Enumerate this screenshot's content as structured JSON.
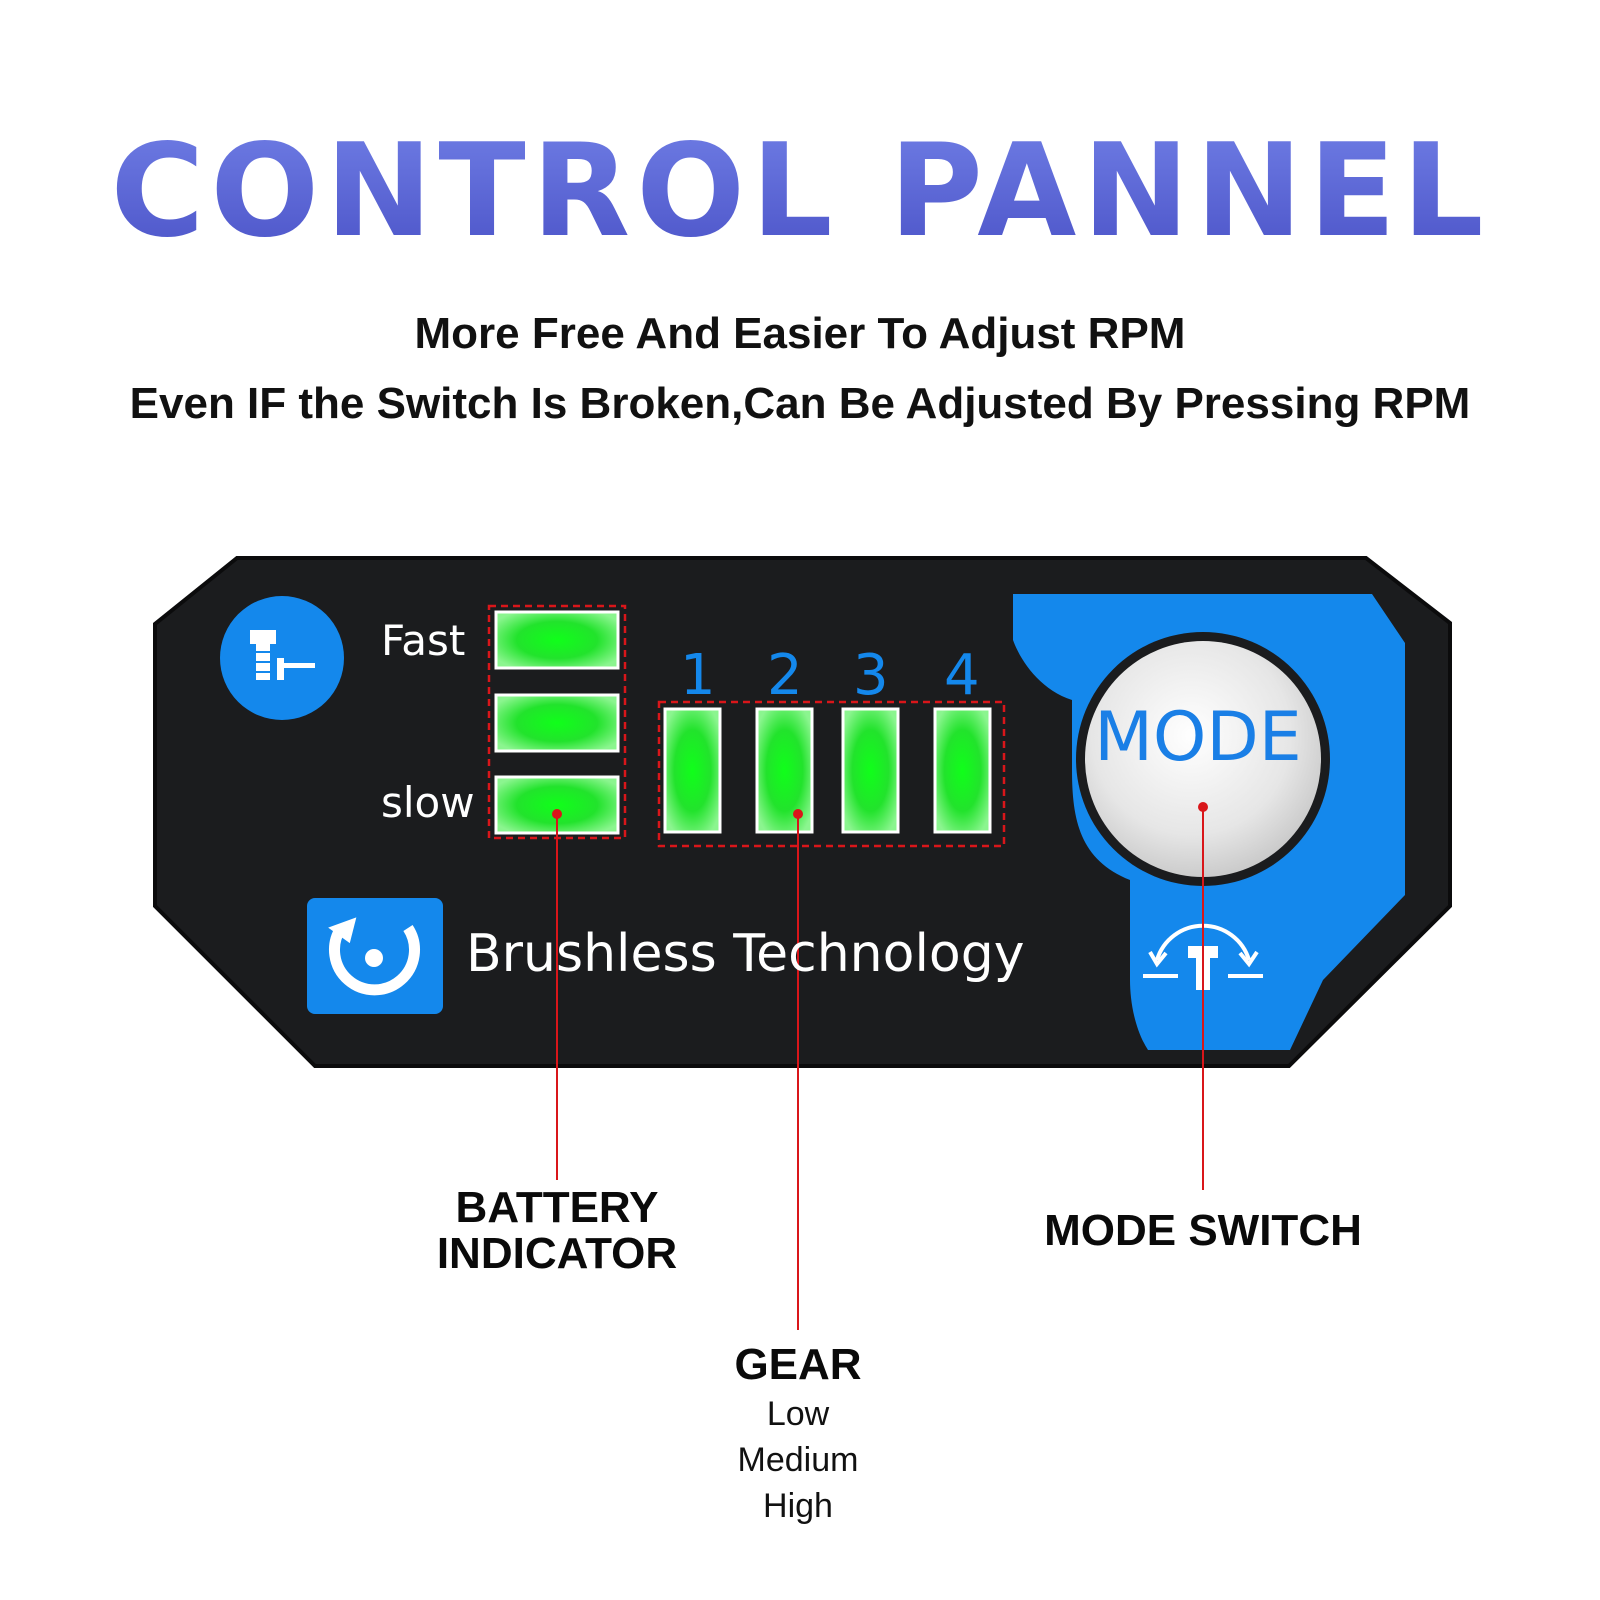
{
  "header": {
    "title": "CONTROL PANNEL",
    "subtitle_1": "More Free And Easier To Adjust RPM",
    "subtitle_2": "Even IF the Switch Is Broken,Can Be Adjusted By Pressing RPM"
  },
  "panel": {
    "speed_fast_label": "Fast",
    "speed_slow_label": "slow",
    "gear_numbers": [
      "1",
      "2",
      "3",
      "4"
    ],
    "brand_text": "Brushless Technology",
    "mode_button_label": "MODE",
    "icons": [
      "bolt-hammer-icon",
      "rotation-icon",
      "bolt-direction-icon"
    ],
    "colors": {
      "panel": "#1b1c1e",
      "accent_blue": "#1488ec",
      "led_green": "#22e32c",
      "callout_red": "#d9161a",
      "title": "#5560d0"
    }
  },
  "callouts": {
    "battery_line_1": "BATTERY",
    "battery_line_2": "INDICATOR",
    "mode_switch": "MODE SWITCH",
    "gear_title": "GEAR",
    "gear_levels": [
      "Low",
      "Medium",
      "High"
    ]
  }
}
